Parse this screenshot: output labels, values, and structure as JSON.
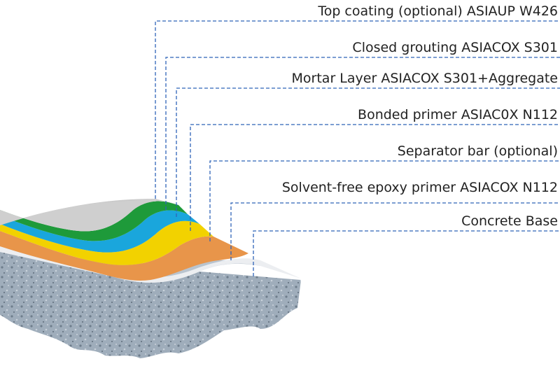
{
  "layers": [
    {
      "label": "Top coating (optional) ASIAUP W426",
      "color": "#c9c9c9"
    },
    {
      "label": "Closed grouting ASIACOX S301",
      "color": "#1e9a3a"
    },
    {
      "label": "Mortar Layer ASIACOX S301+Aggregate",
      "color": "#1aa6dc"
    },
    {
      "label": "Bonded primer ASIAC0X N112",
      "color": "#f2d200"
    },
    {
      "label": "Separator bar (optional)",
      "color": "#ffffff"
    },
    {
      "label": "Solvent-free epoxy primer ASIACOX N112",
      "color": "#e8954a"
    },
    {
      "label": "Concrete Base",
      "color": "#9aa7b5"
    }
  ],
  "leader_color": "#2f63b8"
}
